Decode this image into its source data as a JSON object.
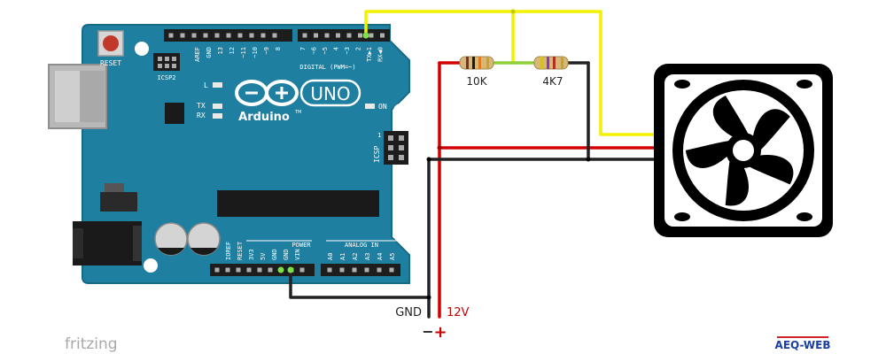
{
  "board": {
    "reset_label": "RESET",
    "icsp2_label": "ICSP2",
    "aref_label": "AREF",
    "gnd_top_label": "GND",
    "digital_pin_labels": [
      "13",
      "12",
      "~11",
      "~10",
      "~9",
      "8",
      "7",
      "~6",
      "~5",
      "4",
      "~3",
      "2",
      "TX▶1",
      "RX◀0"
    ],
    "digital_label": "DIGITAL (PWM=~)",
    "led_l_label": "L",
    "led_tx_label": "TX",
    "led_rx_label": "RX",
    "brand_label": "Arduino",
    "tm_label": "TM",
    "model_label": "UNO",
    "on_label": "ON",
    "icsp_label": "ICSP",
    "icsp_pin1_label": "1",
    "power_pin_labels": [
      "IOREF",
      "RESET",
      "3V3",
      "5V",
      "GND",
      "GND",
      "VIN"
    ],
    "power_label": "POWER",
    "analog_pin_labels": [
      "A0",
      "A1",
      "A2",
      "A3",
      "A4",
      "A5"
    ],
    "analog_label": "ANALOG IN"
  },
  "resistors": {
    "r1_label": "10K",
    "r2_label": "4K7"
  },
  "supply": {
    "gnd_label": "GND",
    "v12_label": "12V",
    "minus_label": "−",
    "plus_label": "+"
  },
  "colors": {
    "board": "#1f7fa0",
    "board_edge": "#176a86",
    "wire_yellow": "#f2f200",
    "wire_red": "#d20000",
    "wire_black": "#222222",
    "gnd_text": "#222222",
    "v12_text": "#cc0000",
    "fan": "#000000",
    "aeq_blue": "#1a3f9e",
    "aeq_red": "#d2232a",
    "fritzing": "#a8a8a8"
  },
  "footer": {
    "fritzing_label": "fritzing",
    "aeq_label": "AEQ-WEB"
  },
  "icons": {
    "fan": "fan-icon",
    "usb": "usb-connector-icon",
    "dc_jack": "dc-jack-icon"
  }
}
